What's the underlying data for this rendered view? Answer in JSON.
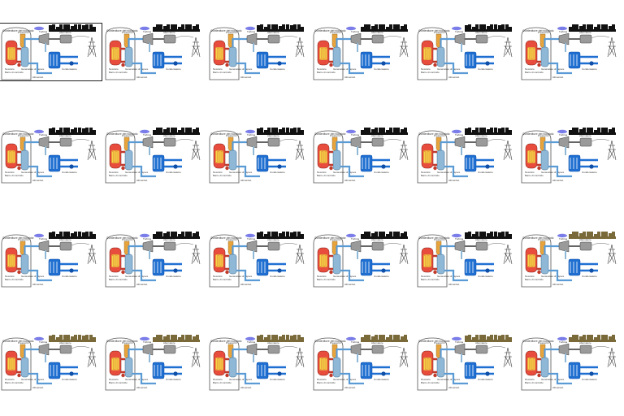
{
  "sheet": {
    "rows": 4,
    "columns": 6,
    "frame_count": 24,
    "highlighted_frame": 1
  },
  "labels": {
    "containment": "Contenitore del nocciolo",
    "pressurizer": "Pressurizz.",
    "steam_generator": "Generatore di vapore",
    "turbine": "Turbina",
    "alternator": "Alternatore",
    "rods": "Barre di controllo",
    "core": "Nocciolo",
    "pump": "Pompa",
    "condenser": "Condensatore",
    "feed": "Alimentaz."
  },
  "colors": {
    "primary_loop": "#c0392b",
    "primary_hot": "#e74c3c",
    "core": "#e9a33b",
    "fuel": "#f6d24a",
    "steam": "#8fb7d6",
    "secondary_loop": "#5b9bd5",
    "cooling_loop": "#1f6fd1",
    "cooling_dark": "#0e4fa8",
    "containment_wall": "#555555",
    "skyline_dark": "#111111",
    "skyline_lit": "#7a6a3a",
    "cloud": "#7b7ee8",
    "equipment": "#9a9a9a",
    "pylon": "#333333"
  },
  "animation": {
    "frames": [
      {
        "skyline": "dark"
      },
      {
        "skyline": "dark"
      },
      {
        "skyline": "dark"
      },
      {
        "skyline": "dark"
      },
      {
        "skyline": "dark"
      },
      {
        "skyline": "dark"
      },
      {
        "skyline": "dark"
      },
      {
        "skyline": "dark"
      },
      {
        "skyline": "dark"
      },
      {
        "skyline": "dark"
      },
      {
        "skyline": "dark"
      },
      {
        "skyline": "dark"
      },
      {
        "skyline": "dark"
      },
      {
        "skyline": "dark"
      },
      {
        "skyline": "dark"
      },
      {
        "skyline": "dark"
      },
      {
        "skyline": "dark"
      },
      {
        "skyline": "lit"
      },
      {
        "skyline": "lit"
      },
      {
        "skyline": "lit"
      },
      {
        "skyline": "lit"
      },
      {
        "skyline": "lit"
      },
      {
        "skyline": "lit"
      },
      {
        "skyline": "lit"
      }
    ]
  }
}
